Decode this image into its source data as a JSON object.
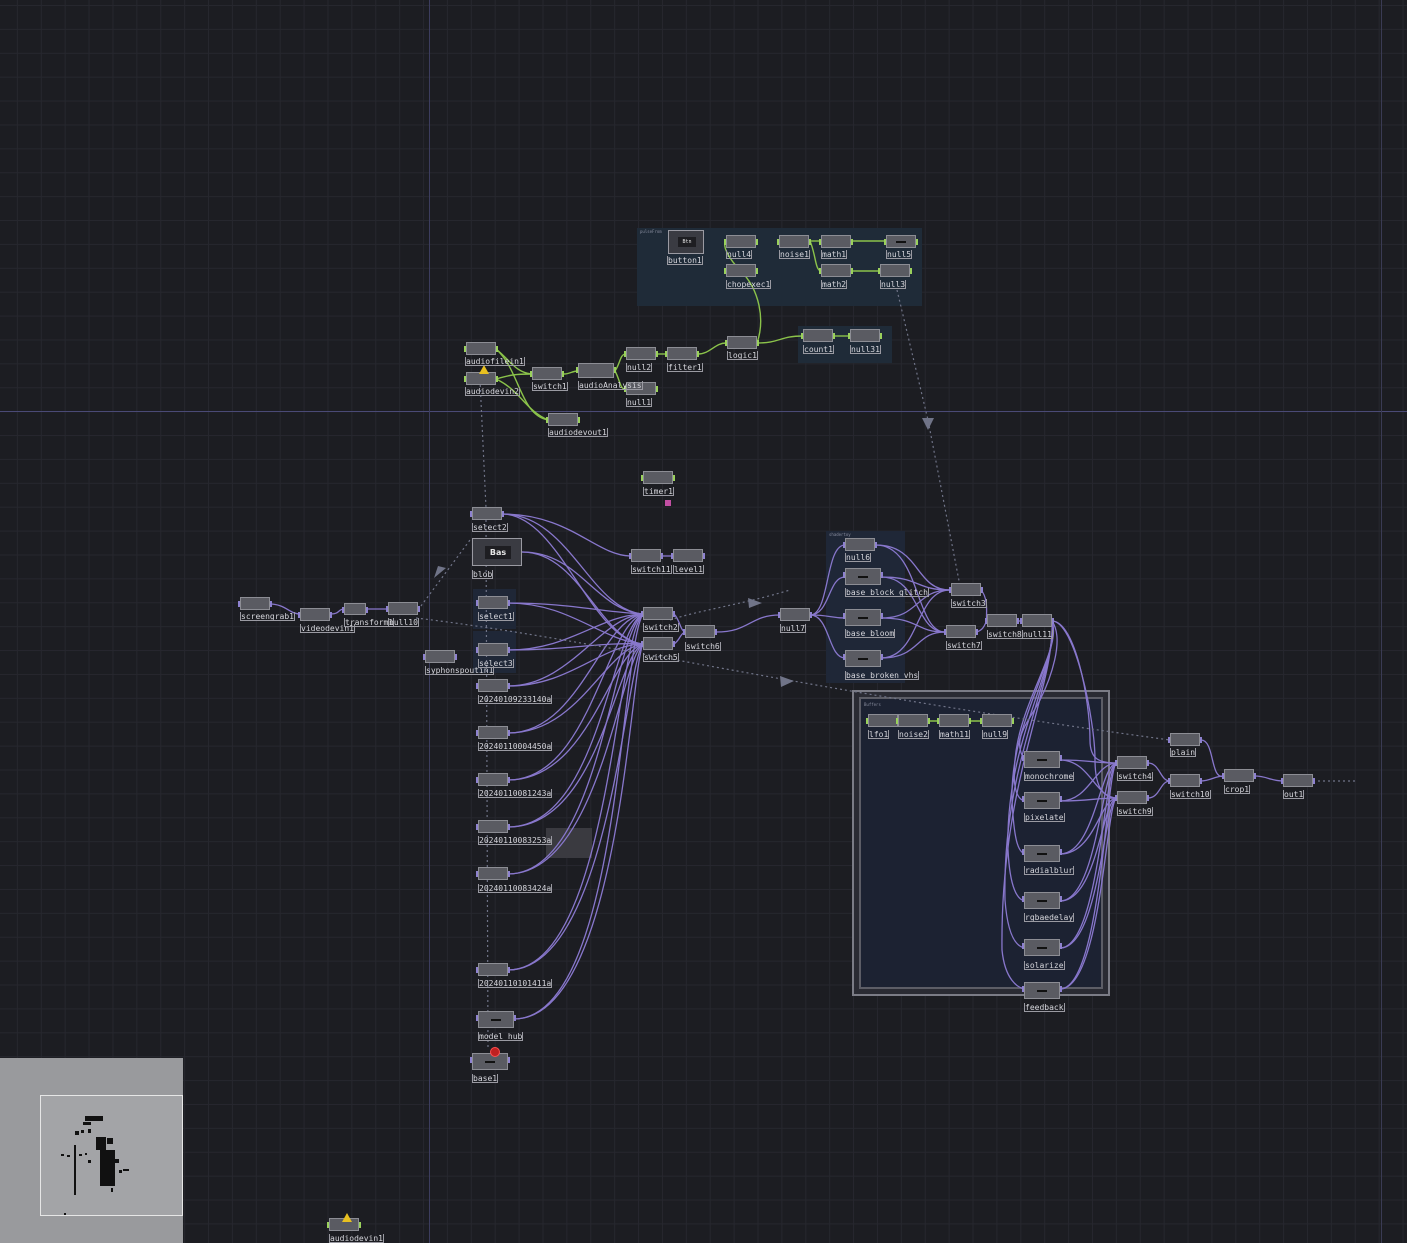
{
  "window": {
    "title": ""
  },
  "groups": [
    {
      "id": "g-top",
      "title": "pulseFrom"
    },
    {
      "id": "g-const",
      "title": ""
    },
    {
      "id": "g-effects",
      "title": "shadertoy"
    },
    {
      "id": "g-big",
      "title": "Buffers"
    },
    {
      "id": "g-left1",
      "title": ""
    },
    {
      "id": "g-left2",
      "title": ""
    }
  ],
  "nodes": [
    {
      "id": "button1",
      "label": "button1",
      "tile_text": "Btn"
    },
    {
      "id": "null4",
      "label": "null4"
    },
    {
      "id": "noise1",
      "label": "noise1"
    },
    {
      "id": "math1",
      "label": "math1"
    },
    {
      "id": "null5",
      "label": "null5"
    },
    {
      "id": "chopexec1",
      "label": "chopexec1"
    },
    {
      "id": "math2",
      "label": "math2"
    },
    {
      "id": "null3",
      "label": "null3"
    },
    {
      "id": "audiofilein1",
      "label": "audiofilein1"
    },
    {
      "id": "audiodevin2",
      "label": "audiodevin2"
    },
    {
      "id": "switch1",
      "label": "switch1"
    },
    {
      "id": "audioAnalysis",
      "label": "audioAnalysis"
    },
    {
      "id": "null2",
      "label": "null2"
    },
    {
      "id": "null1",
      "label": "null1"
    },
    {
      "id": "filter1",
      "label": "filter1"
    },
    {
      "id": "logic1",
      "label": "logic1"
    },
    {
      "id": "count1",
      "label": "count1"
    },
    {
      "id": "null31",
      "label": "null31"
    },
    {
      "id": "audiodevout1",
      "label": "audiodevout1"
    },
    {
      "id": "timer1",
      "label": "timer1"
    },
    {
      "id": "select2",
      "label": "select2"
    },
    {
      "id": "blob",
      "label": "blob",
      "tile_text": "Bas"
    },
    {
      "id": "switch11",
      "label": "switch11"
    },
    {
      "id": "level1",
      "label": "level1"
    },
    {
      "id": "screengrab1",
      "label": "screengrab1"
    },
    {
      "id": "videodevin1",
      "label": "videodevin1"
    },
    {
      "id": "transform1",
      "label": "transform1"
    },
    {
      "id": "null10",
      "label": "null10"
    },
    {
      "id": "select1",
      "label": "select1"
    },
    {
      "id": "syphonspoutin1",
      "label": "syphonspoutin1"
    },
    {
      "id": "select3",
      "label": "select3"
    },
    {
      "id": "switch2",
      "label": "switch2"
    },
    {
      "id": "switch5",
      "label": "switch5"
    },
    {
      "id": "switch6",
      "label": "switch6"
    },
    {
      "id": "file1",
      "label": "20240109233140a"
    },
    {
      "id": "file2",
      "label": "20240110004450a"
    },
    {
      "id": "file3",
      "label": "20240110081243a"
    },
    {
      "id": "file4",
      "label": "20240110083253a"
    },
    {
      "id": "file5",
      "label": "20240110083424a"
    },
    {
      "id": "file6",
      "label": "20240110101411a"
    },
    {
      "id": "model_hub",
      "label": "model_hub"
    },
    {
      "id": "base1",
      "label": "base1"
    },
    {
      "id": "null6",
      "label": "null6"
    },
    {
      "id": "base_block_glitch",
      "label": "base_block_glitch"
    },
    {
      "id": "base_bloom",
      "label": "base_bloom"
    },
    {
      "id": "base_broken_vhs",
      "label": "base_broken_vhs"
    },
    {
      "id": "null7",
      "label": "null7"
    },
    {
      "id": "switch3",
      "label": "switch3"
    },
    {
      "id": "switch7",
      "label": "switch7"
    },
    {
      "id": "switch8",
      "label": "switch8"
    },
    {
      "id": "null11",
      "label": "null11"
    },
    {
      "id": "lfo1",
      "label": "lfo1"
    },
    {
      "id": "noise2",
      "label": "noise2"
    },
    {
      "id": "math11",
      "label": "math11"
    },
    {
      "id": "null9",
      "label": "null9"
    },
    {
      "id": "monochrome",
      "label": "monochrome"
    },
    {
      "id": "pixelate",
      "label": "pixelate"
    },
    {
      "id": "radialblur",
      "label": "radialblur"
    },
    {
      "id": "rgbaedelay",
      "label": "rgbaedelay"
    },
    {
      "id": "solarize",
      "label": "solarize"
    },
    {
      "id": "feedback",
      "label": "feedback"
    },
    {
      "id": "switch4",
      "label": "switch4"
    },
    {
      "id": "switch9",
      "label": "switch9"
    },
    {
      "id": "plain",
      "label": "plain"
    },
    {
      "id": "switch10",
      "label": "switch10"
    },
    {
      "id": "crop1",
      "label": "crop1"
    },
    {
      "id": "out1",
      "label": "out1"
    },
    {
      "id": "audiodevin1",
      "label": "audiodevin1"
    }
  ],
  "colors": {
    "background": "#1c1d22",
    "grid": "#26272e",
    "top_wire": "#8bc34a",
    "top_wire_light": "#9ad15c",
    "tex_wire": "#8877cc",
    "link_dotted": "#707488",
    "warning": "#e8c020",
    "error": "#c02020"
  },
  "icons": [
    "warning-icon",
    "error-icon"
  ]
}
